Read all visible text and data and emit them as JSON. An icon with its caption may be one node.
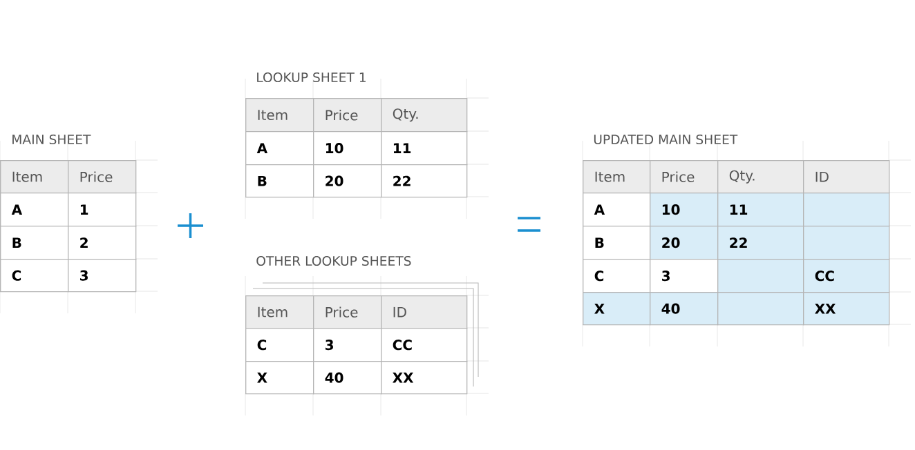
{
  "diagram": {
    "labels": [
      "MAIN SHEET",
      "Item",
      "Price",
      "A",
      "1",
      "B",
      "2",
      "C",
      "3",
      "LOOKUP SHEET 1",
      "Item",
      "Price",
      "Qty.",
      "A",
      "10",
      "11",
      "B",
      "20",
      "22",
      "OTHER LOOKUP SHEETS",
      "Item",
      "Price",
      "ID",
      "C",
      "3",
      "CC",
      "X",
      "40",
      "XX",
      "UPDATED MAIN SHEET",
      "Item",
      "Price",
      "Qty.",
      "ID",
      "A",
      "10",
      "11",
      "B",
      "20",
      "22",
      "C",
      "3",
      "CC",
      "X",
      "40",
      "XX"
    ]
  }
}
